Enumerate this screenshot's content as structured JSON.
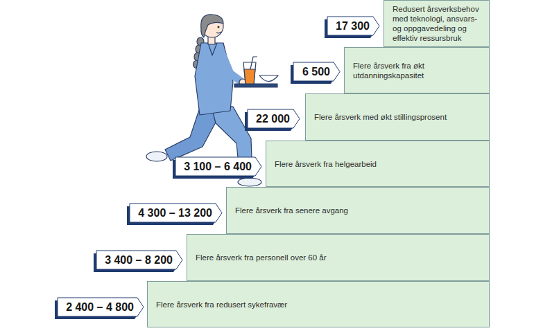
{
  "diagram": {
    "nodes": [
      {
        "text": [
          "17 300"
        ]
      },
      {
        "text": [
          "Redusert årsverksbehov med teknologi, ansvars- og oppgavedeling og effektiv ressursbruk"
        ]
      },
      {
        "text": [
          "6 500"
        ]
      },
      {
        "text": [
          "Flere årsverk fra økt utdanningskapasitet"
        ]
      },
      {
        "text": [
          "22 000"
        ]
      },
      {
        "text": [
          "Flere årsverk med økt stillingsprosent"
        ]
      },
      {
        "text": [
          "3 100 – 6 400"
        ]
      },
      {
        "text": [
          "Flere årsverk fra helgearbeid"
        ]
      },
      {
        "text": [
          "4 300 – 13 200"
        ]
      },
      {
        "text": [
          "Flere årsverk fra senere avgang"
        ]
      },
      {
        "text": [
          "3 400 – 8 200"
        ]
      },
      {
        "text": [
          "Flere årsverk fra personell over 60 år"
        ]
      },
      {
        "text": [
          "2 400 – 4 800"
        ]
      },
      {
        "text": [
          "Flere årsverk fra redusert sykefravær"
        ]
      }
    ]
  }
}
